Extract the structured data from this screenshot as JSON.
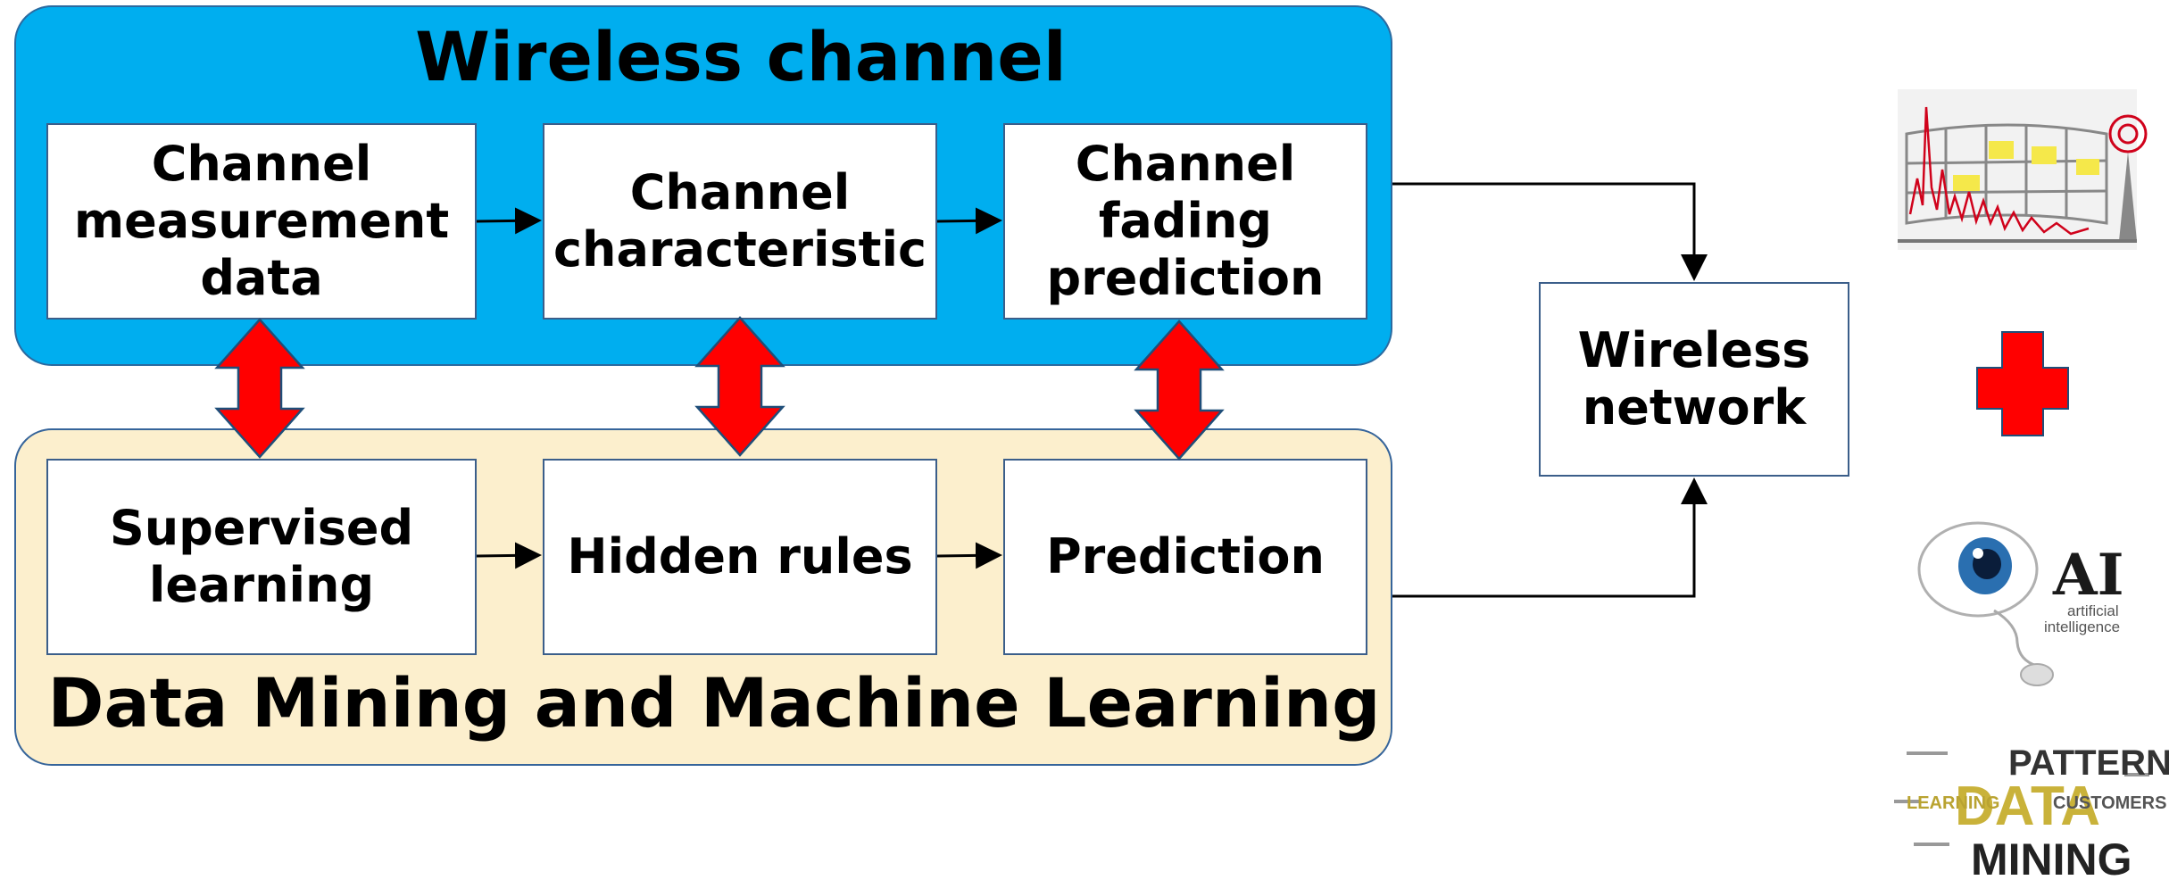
{
  "wireless_channel": {
    "title": "Wireless channel",
    "boxes": [
      {
        "line1": "Channel",
        "line2": "measurement",
        "line3": "data"
      },
      {
        "line1": "Channel",
        "line2": "characteristic"
      },
      {
        "line1": "Channel",
        "line2": "fading",
        "line3": "prediction"
      }
    ]
  },
  "data_mining": {
    "title": "Data Mining and Machine Learning",
    "boxes": [
      {
        "line1": "Supervised",
        "line2": "learning"
      },
      {
        "line1": "Hidden rules"
      },
      {
        "line1": "Prediction"
      }
    ]
  },
  "wireless_network": {
    "line1": "Wireless",
    "line2": "network"
  },
  "ai_logo": {
    "letters": "AI",
    "line1": "artificial",
    "line2": "intelligence"
  },
  "word_cloud": {
    "word1": "DATA",
    "word2": "MINING",
    "word3": "PATTERNS",
    "word4": "LEARNING",
    "word5": "CUSTOMERS"
  },
  "colors": {
    "channel_panel": "#00aeef",
    "ml_panel": "#fcefcd",
    "double_arrow": "#ff0000",
    "plus": "#ff0000"
  }
}
